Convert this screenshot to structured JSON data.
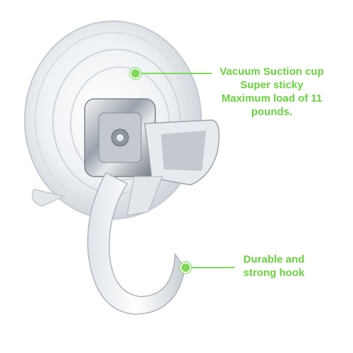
{
  "callouts": {
    "suction": {
      "lines": [
        "Vacuum Suction cup",
        "Super sticky",
        "Maximum load of 11",
        "pounds."
      ]
    },
    "hook": {
      "lines": [
        "Durable and",
        "strong hook"
      ]
    }
  },
  "colors": {
    "accent": "#7ed957",
    "text": "#6ad13f",
    "background": "#ffffff"
  }
}
